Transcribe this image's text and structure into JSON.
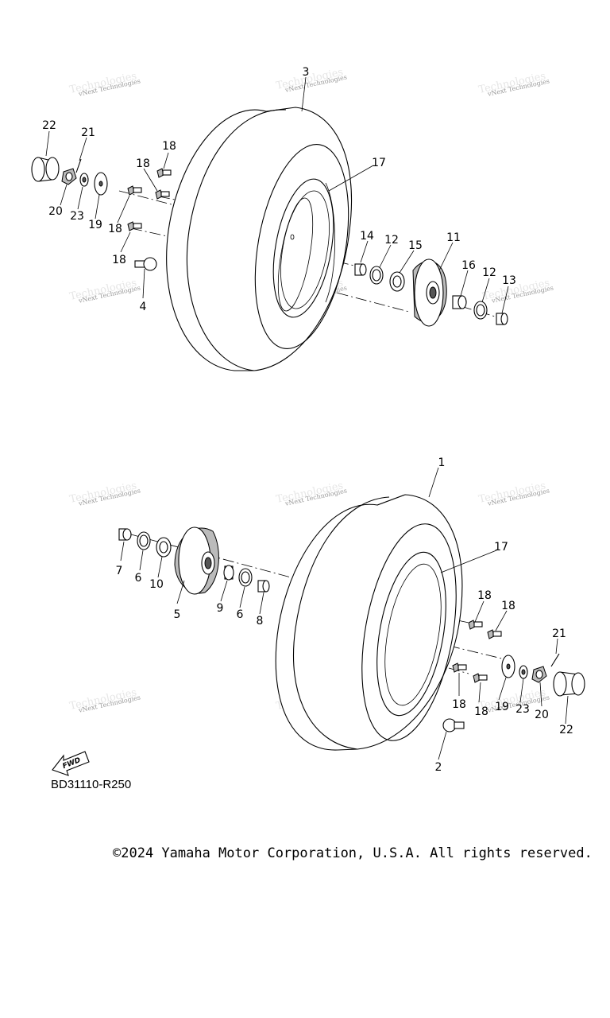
{
  "diagram_code": "BD31110-R250",
  "copyright": "©2024 Yamaha Motor Corporation, U.S.A. All rights reserved.",
  "fwd_label": "FWD",
  "watermark_text": "vNext Technologies",
  "watermark_logo_text": "Technologies",
  "callouts": {
    "c1": "1",
    "c2": "2",
    "c3": "3",
    "c4": "4",
    "c5": "5",
    "c6a": "6",
    "c6b": "6",
    "c7": "7",
    "c8": "8",
    "c9": "9",
    "c10": "10",
    "c11": "11",
    "c12a": "12",
    "c12b": "12",
    "c13": "13",
    "c14": "14",
    "c15": "15",
    "c16": "16",
    "c17a": "17",
    "c17b": "17",
    "c18a": "18",
    "c18b": "18",
    "c18c": "18",
    "c18d": "18",
    "c18e": "18",
    "c18f": "18",
    "c18g": "18",
    "c18h": "18",
    "c19a": "19",
    "c19b": "19",
    "c20a": "20",
    "c20b": "20",
    "c21a": "21",
    "c21b": "21",
    "c22a": "22",
    "c22b": "22",
    "c23a": "23",
    "c23b": "23"
  }
}
